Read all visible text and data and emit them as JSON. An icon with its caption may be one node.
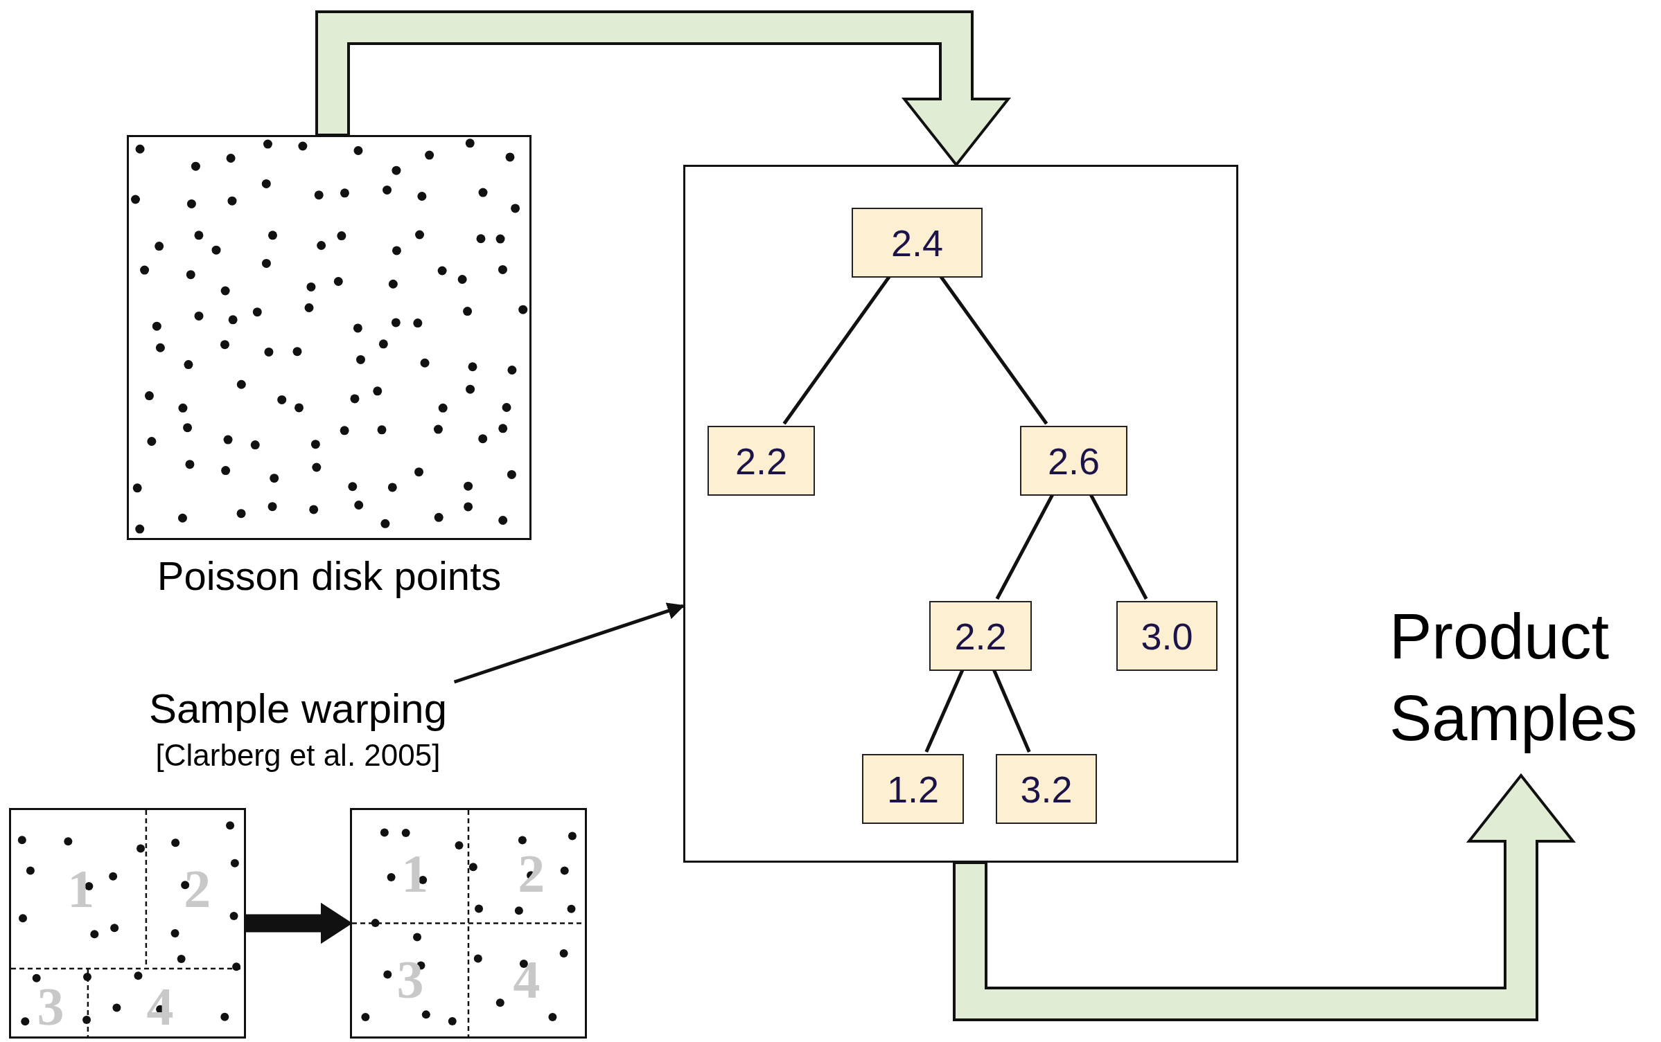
{
  "diagram": {
    "nodes": [
      {
        "text": [],
        "shape": "picture",
        "beside": [
          "Poisson disk points"
        ]
      },
      {
        "text": [],
        "shape": "box"
      },
      {
        "text": [
          "2.4"
        ],
        "in": 1
      },
      {
        "text": [
          "2.2"
        ],
        "in": 1
      },
      {
        "text": [
          "2.6"
        ],
        "in": 1
      },
      {
        "text": [
          "2.2"
        ],
        "in": 1
      },
      {
        "text": [
          "3.0"
        ],
        "in": 1
      },
      {
        "text": [
          "1.2"
        ],
        "in": 1
      },
      {
        "text": [
          "3.2"
        ],
        "in": 1
      },
      {
        "text": [
          "Sample warping",
          "[Clarberg et al. 2005]"
        ]
      },
      {
        "text": [
          "Product Samples"
        ]
      },
      {
        "text": [
          "1",
          "2",
          "3",
          "4"
        ]
      },
      {
        "text": [
          "1",
          "2",
          "3",
          "4"
        ]
      }
    ],
    "edges": [
      {
        "from": 0,
        "to": 1,
        "arrow": "to",
        "style": "thick",
        "color": "#e0ecd4"
      },
      {
        "from": 2,
        "to": 3,
        "arrow": "none"
      },
      {
        "from": 2,
        "to": 4,
        "arrow": "none"
      },
      {
        "from": 4,
        "to": 5,
        "arrow": "none"
      },
      {
        "from": 4,
        "to": 6,
        "arrow": "none"
      },
      {
        "from": 5,
        "to": 7,
        "arrow": "none"
      },
      {
        "from": 5,
        "to": 8,
        "arrow": "none"
      },
      {
        "from": 9,
        "to": 1,
        "arrow": "to"
      },
      {
        "from": 1,
        "to": 10,
        "arrow": "to",
        "style": "thick",
        "color": "#e0ecd4"
      },
      {
        "from": 11,
        "to": 12,
        "arrow": "to",
        "style": "thick"
      }
    ]
  }
}
